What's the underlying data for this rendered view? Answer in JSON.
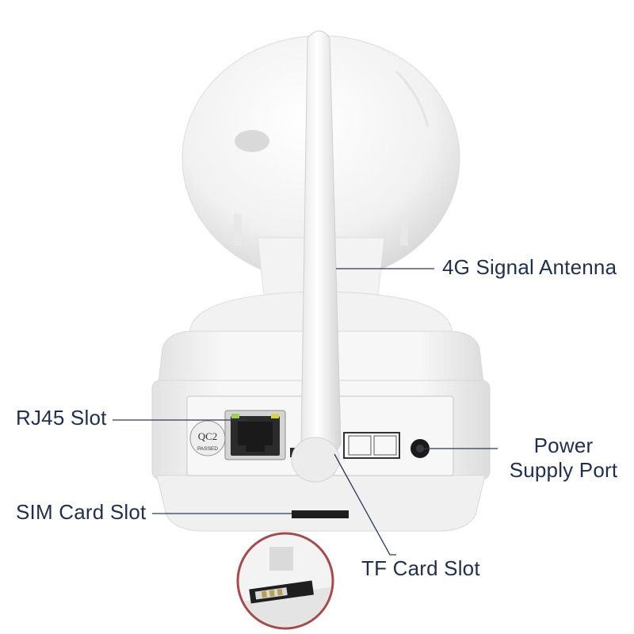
{
  "callouts": {
    "antenna": "4G Signal Antenna",
    "rj45": "RJ45 Slot",
    "power_line1": "Power",
    "power_line2": "Supply Port",
    "sim": "SIM Card Slot",
    "tf": "TF Card Slot"
  },
  "device_markings": {
    "qc_badge_top": "QC2",
    "qc_badge_bottom": "PASSED"
  },
  "colors": {
    "label_text": "#1f2f4f",
    "leader_line": "#2a3a5a",
    "device_body": "#f4f4f4",
    "inset_ring": "#a84a4a"
  }
}
